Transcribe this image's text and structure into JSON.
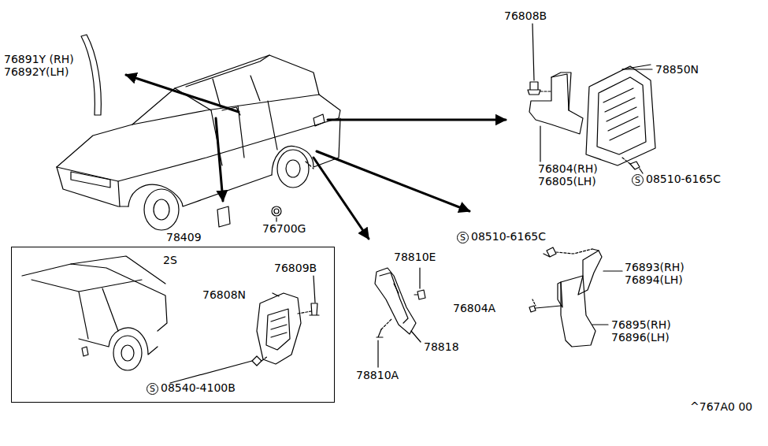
{
  "diagram": {
    "nodes": [
      {
        "text": [
          "2S"
        ]
      }
    ],
    "labels": [
      "76891Y (RH)",
      "76892Y(LH)",
      "76808B",
      "78850N",
      "76804(RH)",
      "76805(LH)",
      "S",
      "08510-6165C",
      "78409",
      "76700G",
      "76809B",
      "76808N",
      "S",
      "08540-4100B",
      "78810E",
      "78818",
      "78810A",
      "S",
      "08510-6165C",
      "76893(RH)",
      "76894(LH)",
      "76804A",
      "76895(RH)",
      "76896(LH)",
      "^767A0 00"
    ]
  }
}
